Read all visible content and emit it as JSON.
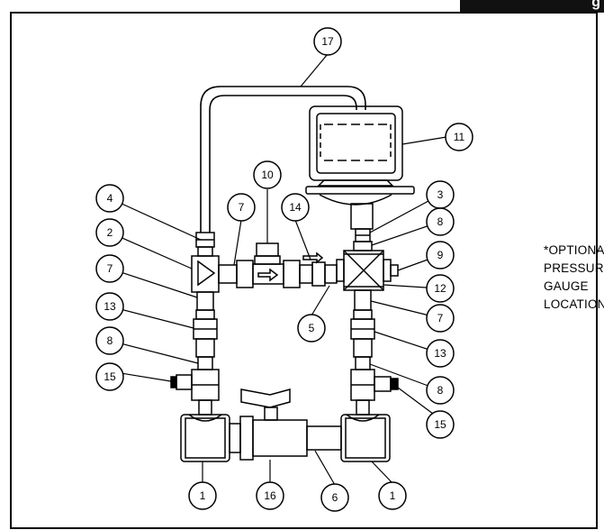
{
  "header": {
    "tab_text": "g"
  },
  "note": {
    "lines": [
      "*OPTIONAL",
      "PRESSURE",
      "GAUGE",
      "LOCATION"
    ]
  },
  "callouts": {
    "c17": "17",
    "c11": "11",
    "c10": "10",
    "c4": "4",
    "c7a": "7",
    "c14": "14",
    "c3": "3",
    "c2": "2",
    "c8a": "8",
    "c9": "9",
    "c7b": "7",
    "c12": "12",
    "c5": "5",
    "c7c": "7",
    "c13a": "13",
    "c13b": "13",
    "c8b": "8",
    "c8c": "8",
    "c15a": "15",
    "c15b": "15",
    "c1a": "1",
    "c16": "16",
    "c6": "6",
    "c1b": "1"
  }
}
